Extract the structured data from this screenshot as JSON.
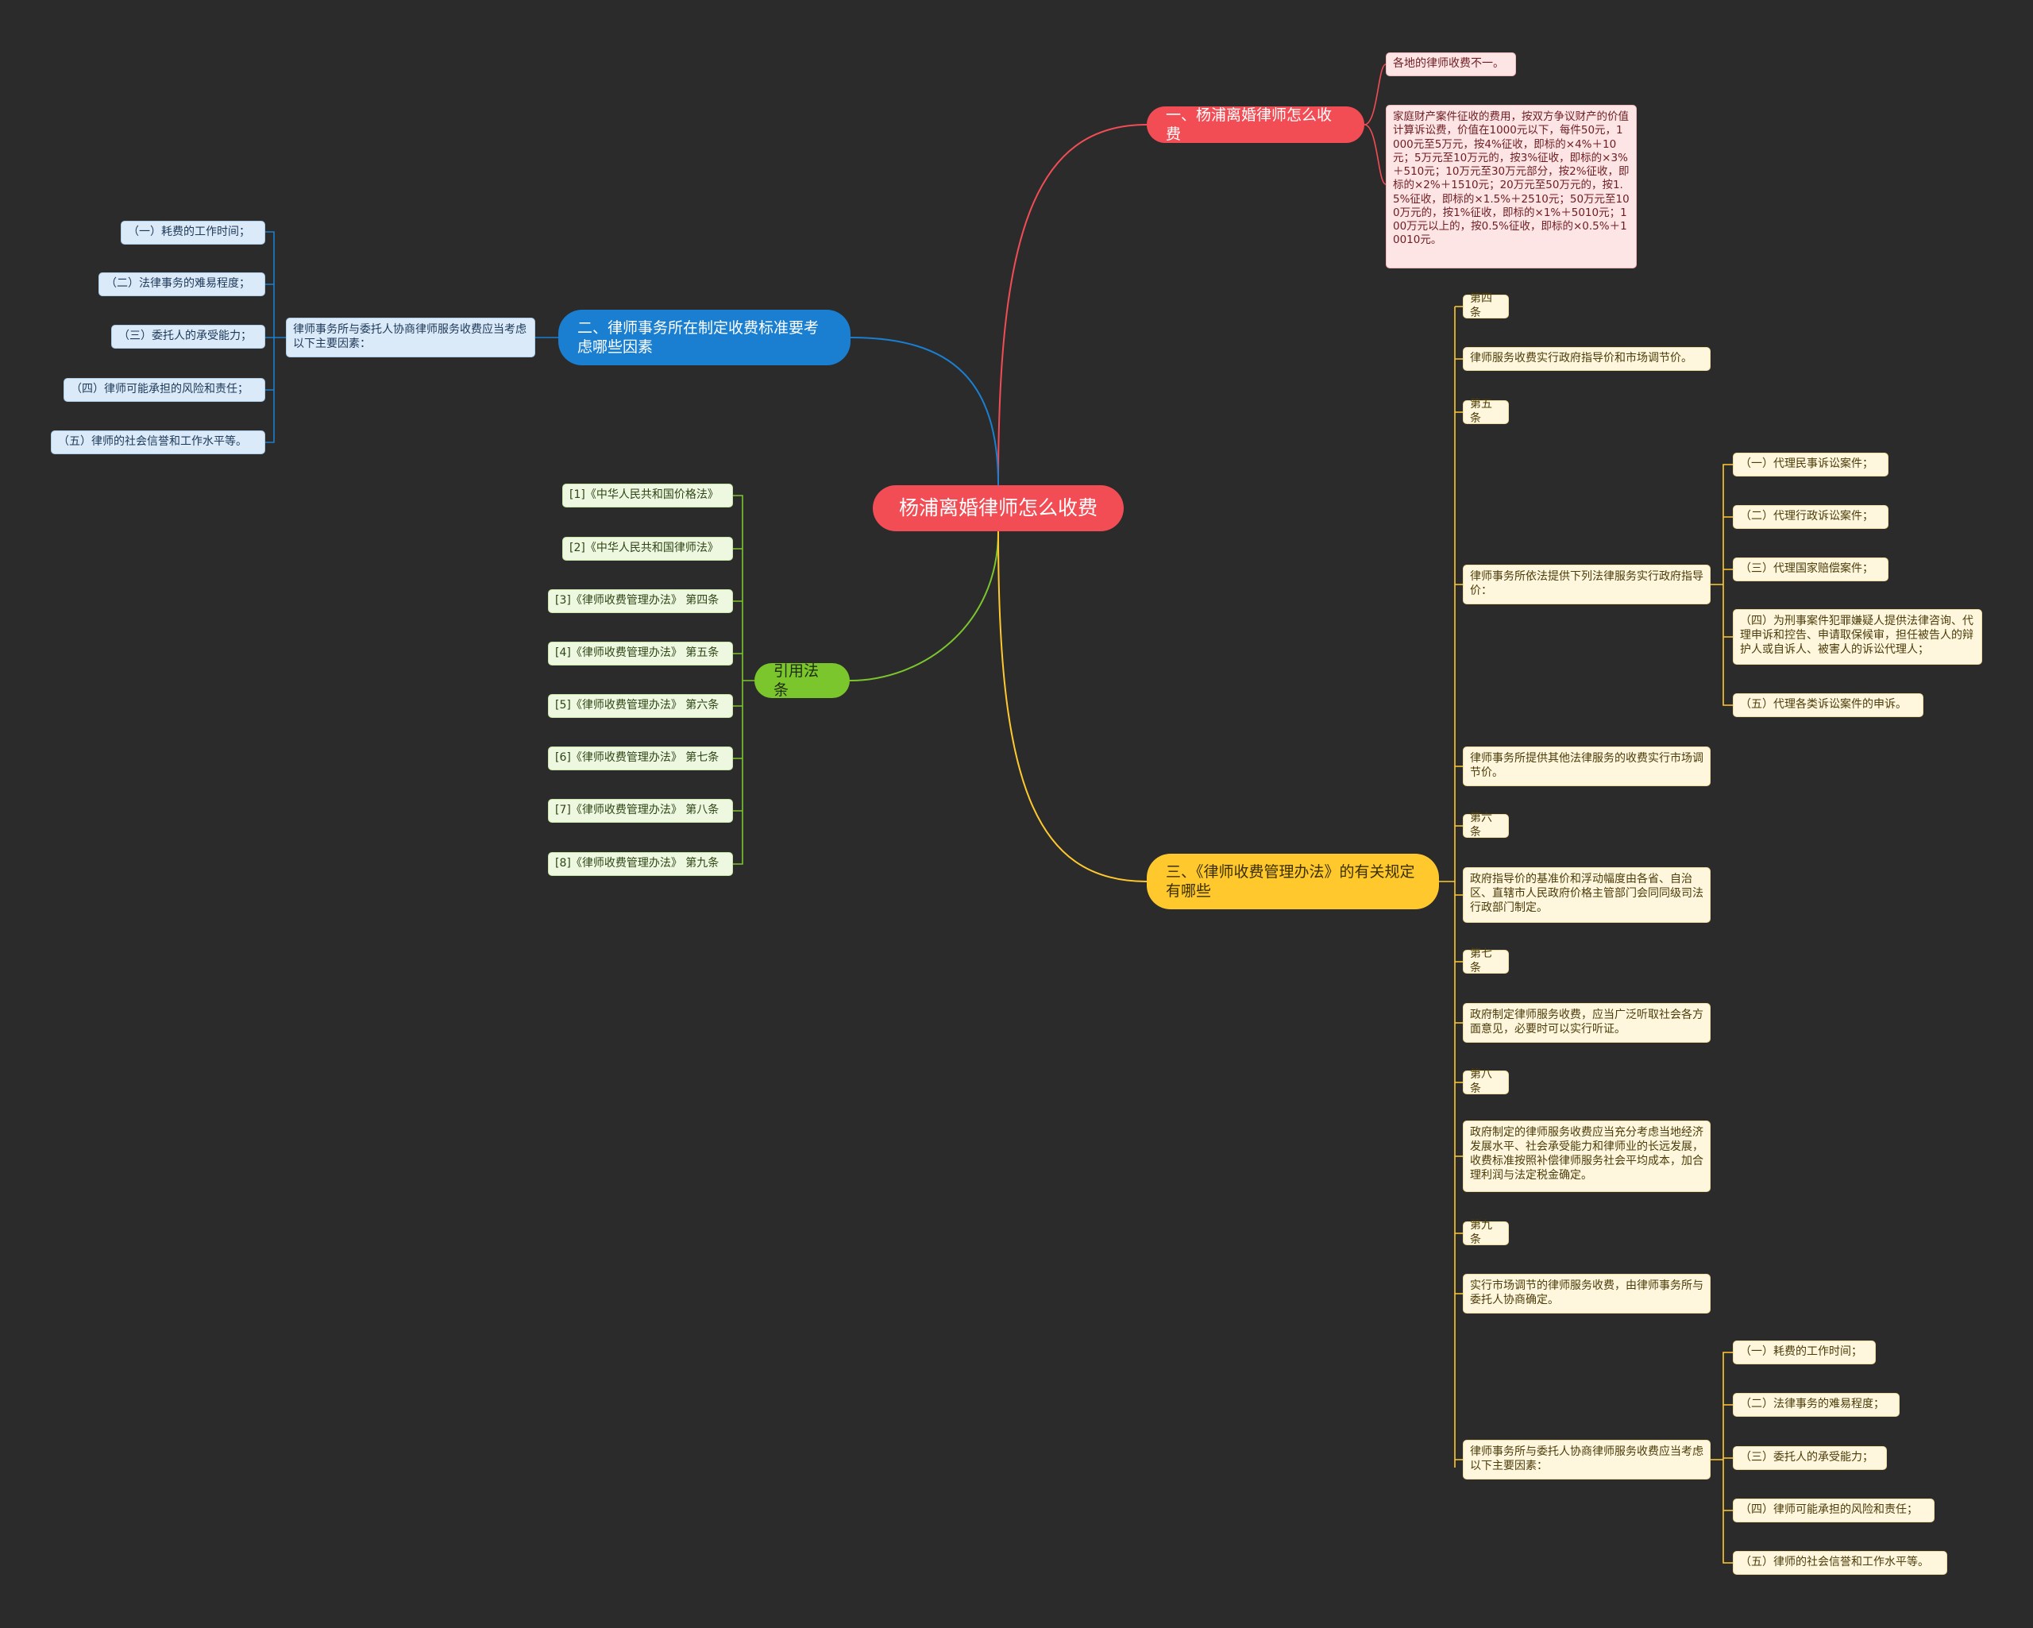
{
  "root": "杨浦离婚律师怎么收费",
  "branches": {
    "b1": {
      "title": "一、杨浦离婚律师怎么收费",
      "items": [
        "各地的律师收费不一。",
        "家庭财产案件征收的费用，按双方争议财产的价值计算诉讼费，价值在1000元以下，每件50元，1000元至5万元，按4%征收，即标的×4%＋10元；5万元至10万元的，按3%征收，即标的×3%＋510元；10万元至30万元部分，按2%征收，即标的×2%＋1510元；20万元至50万元的，按1.5%征收，即标的×1.5%＋2510元；50万元至100万元的，按1%征收，即标的×1%＋5010元；100万元以上的，按0.5%征收，即标的×0.5%＋10010元。"
      ]
    },
    "b2": {
      "title": "二、律师事务所在制定收费标准要考虑哪些因素",
      "sub": "律师事务所与委托人协商律师服务收费应当考虑以下主要因素：",
      "items": [
        "（一）耗费的工作时间；",
        "（二）法律事务的难易程度；",
        "（三）委托人的承受能力；",
        "（四）律师可能承担的风险和责任；",
        "（五）律师的社会信誉和工作水平等。"
      ]
    },
    "b3": {
      "title": "引用法条",
      "items": [
        "[1]《中华人民共和国价格法》",
        "[2]《中华人民共和国律师法》",
        "[3]《律师收费管理办法》 第四条",
        "[4]《律师收费管理办法》 第五条",
        "[5]《律师收费管理办法》 第六条",
        "[6]《律师收费管理办法》 第七条",
        "[7]《律师收费管理办法》 第八条",
        "[8]《律师收费管理办法》 第九条"
      ]
    },
    "b4": {
      "title": "三、《律师收费管理办法》的有关规定有哪些",
      "items": [
        "第四条",
        "律师服务收费实行政府指导价和市场调节价。",
        "第五条",
        "律师事务所依法提供下列法律服务实行政府指导价：",
        "律师事务所提供其他法律服务的收费实行市场调节价。",
        "第六条",
        "政府指导价的基准价和浮动幅度由各省、自治区、直辖市人民政府价格主管部门会同同级司法行政部门制定。",
        "第七条",
        "政府制定律师服务收费，应当广泛听取社会各方面意见，必要时可以实行听证。",
        "第八条",
        "政府制定的律师服务收费应当充分考虑当地经济发展水平、社会承受能力和律师业的长远发展，收费标准按照补偿律师服务社会平均成本，加合理利润与法定税金确定。",
        "第九条",
        "实行市场调节的律师服务收费，由律师事务所与委托人协商确定。",
        "律师事务所与委托人协商律师服务收费应当考虑以下主要因素："
      ],
      "sub1": [
        "（一）代理民事诉讼案件；",
        "（二）代理行政诉讼案件；",
        "（三）代理国家赔偿案件；",
        "（四）为刑事案件犯罪嫌疑人提供法律咨询、代理申诉和控告、申请取保候审，担任被告人的辩护人或自诉人、被害人的诉讼代理人；",
        "（五）代理各类诉讼案件的申诉。"
      ],
      "sub2": [
        "（一）耗费的工作时间；",
        "（二）法律事务的难易程度；",
        "（三）委托人的承受能力；",
        "（四）律师可能承担的风险和责任；",
        "（五）律师的社会信誉和工作水平等。"
      ]
    }
  },
  "colors": {
    "background": "#2b2b2b",
    "red": "#f24d55",
    "blue": "#1a7fd0",
    "green": "#7bc62d",
    "yellow": "#ffc92e"
  }
}
